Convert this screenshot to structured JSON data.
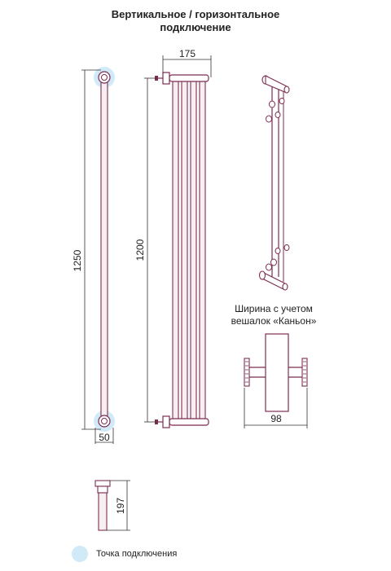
{
  "title": {
    "line1": "Вертикальное / горизонтальное",
    "line2": "подключение"
  },
  "dimensions": {
    "height_total": "1250",
    "height_axis": "1200",
    "width_top": "175",
    "offset_bottom": "50",
    "side_width": "98",
    "bracket_height": "197"
  },
  "note": {
    "width_with_hangers_line1": "Ширина с учетом",
    "width_with_hangers_line2": "вешалок «Каньон»"
  },
  "legend": {
    "connection_point": "Точка подключения"
  },
  "colors": {
    "pipe_stroke": "#7d2d52",
    "connection_highlight": "#c8e6f7"
  }
}
